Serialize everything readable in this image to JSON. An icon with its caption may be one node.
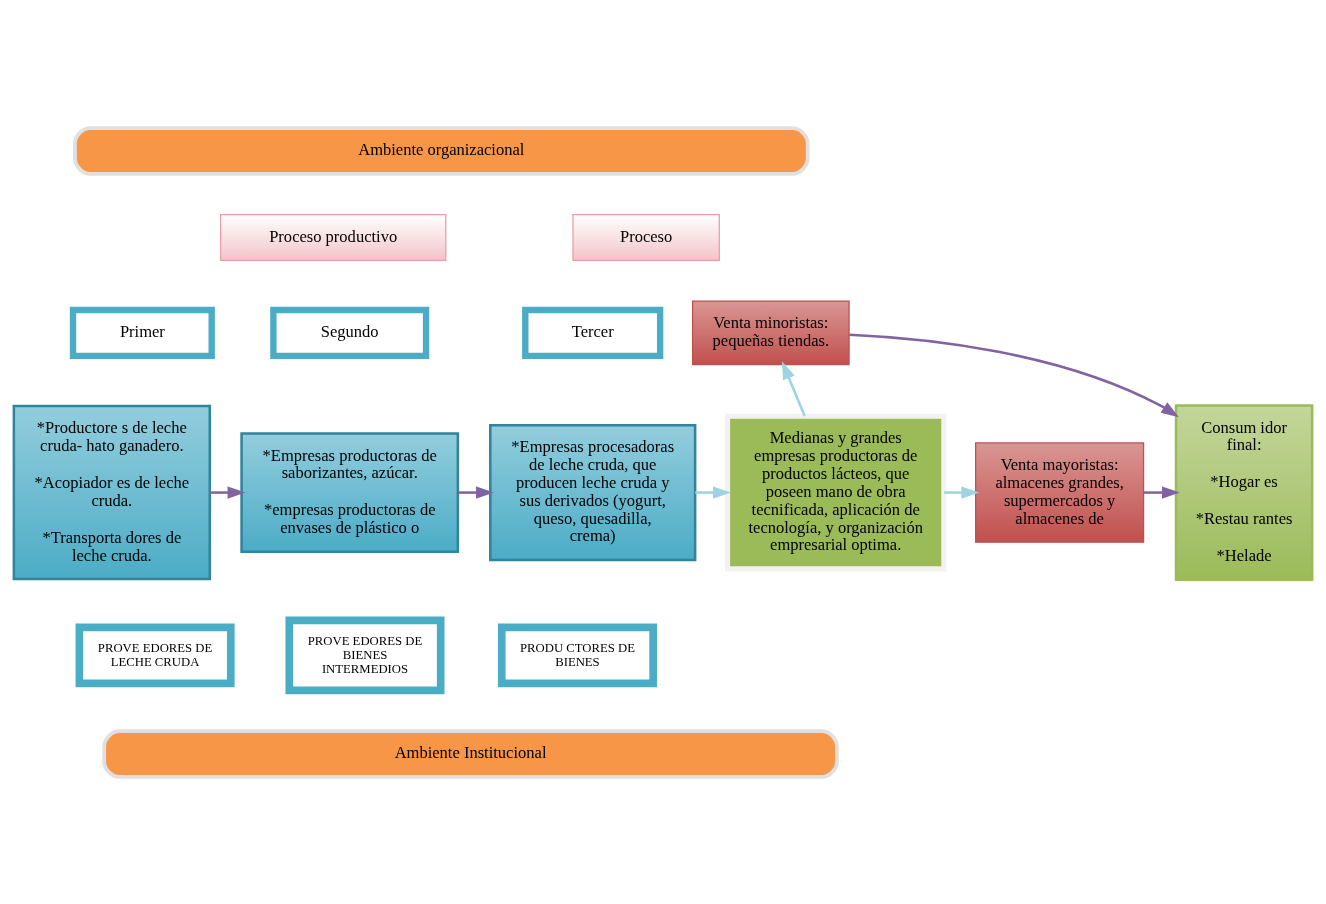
{
  "diagram": {
    "nodes": [
      {
        "text": [
          "Ambiente organizacional"
        ]
      },
      {
        "text": [
          "Proceso productivo"
        ]
      },
      {
        "text": [
          "Proceso"
        ]
      },
      {
        "text": [
          "Primer"
        ]
      },
      {
        "text": [
          "Segundo"
        ]
      },
      {
        "text": [
          "Tercer"
        ]
      },
      {
        "text": [
          "*Productore s de leche cruda- hato ganadero.",
          "*Acopiador es de leche cruda.",
          "*Transporta dores de leche cruda."
        ]
      },
      {
        "text": [
          "PROVE EDORES DE LECHE CRUDA"
        ]
      },
      {
        "text": [
          "*Empresas productoras de saborizantes, azúcar.",
          "*empresas productoras de envases de plástico o"
        ]
      },
      {
        "text": [
          "PROVE EDORES DE BIENES INTERMEDIOS"
        ]
      },
      {
        "text": [
          "*Empresas procesadoras de leche cruda, que producen leche cruda y sus derivados (yogurt, queso, quesadilla, crema)"
        ]
      },
      {
        "text": [
          "PRODU CTORES DE BIENES"
        ]
      },
      {
        "text": [
          "Medianas y grandes empresas productoras de productos lácteos, que poseen mano de obra tecnificada, aplicación de tecnología, y organización empresarial optima."
        ]
      },
      {
        "text": [
          "Venta minoristas: pequeñas tiendas."
        ]
      },
      {
        "text": [
          "Venta mayoristas: almacenes grandes, supermercados y almacenes de"
        ]
      },
      {
        "text": [
          "Consum idor final:",
          "*Hogar es",
          "*Restau rantes",
          "*Helade"
        ]
      },
      {
        "text": [
          "Ambiente Institucional"
        ]
      }
    ],
    "edges": [
      {
        "from": 6,
        "to": 8,
        "arrow": "to"
      },
      {
        "from": 8,
        "to": 10,
        "arrow": "to"
      },
      {
        "from": 10,
        "to": 12,
        "arrow": "to",
        "color": "#9dd3e3"
      },
      {
        "from": 12,
        "to": 13,
        "arrow": "to",
        "color": "#9dd3e3"
      },
      {
        "from": 12,
        "to": 14,
        "arrow": "to",
        "color": "#9dd3e3"
      },
      {
        "from": 13,
        "to": 15,
        "arrow": "to"
      },
      {
        "from": 14,
        "to": 15,
        "arrow": "to"
      }
    ]
  }
}
